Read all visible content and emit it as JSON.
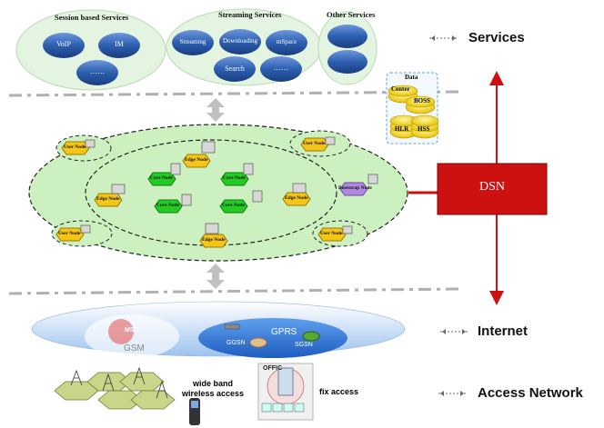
{
  "services_layer": {
    "groups": [
      {
        "title": "Session based Services",
        "items": [
          "VoIP",
          "IM",
          "……"
        ]
      },
      {
        "title": "Streaming Services",
        "items": [
          "Streaming",
          "Downloading",
          "mSpace",
          "Search",
          "……"
        ]
      },
      {
        "title": "Other Services",
        "items": []
      }
    ]
  },
  "layer_labels": {
    "services": "Services",
    "internet": "Internet",
    "access_network": "Access Network"
  },
  "data_stack": {
    "title": "Data",
    "items": [
      "Center",
      "BOSS",
      "HLR",
      "HSS"
    ]
  },
  "dsn": {
    "label": "DSN"
  },
  "overlay": {
    "user_node": "User Node",
    "edge_node": "Edge Node",
    "core_node": "Core Node",
    "bootstrap_node": "Bootstrap Node"
  },
  "internet_layer": {
    "msc": "MSC",
    "gsm": "GSM",
    "gprs": "GPRS",
    "ggsn": "GGSN",
    "sgsn": "SGSN"
  },
  "access": {
    "wide_band_line1": "wide band",
    "wide_band_line2": "wireless access",
    "fix_access": "fix access",
    "office": "OFFIC"
  },
  "colors": {
    "services_bg": "#e3f4e0",
    "overlay_fill": "#ccf0c0",
    "oval_blue": "#2d5fb0",
    "core_green": "#22cc22",
    "user_yellow": "#f5c518",
    "bootstrap_purple": "#b088e0",
    "dsn_red": "#cc1111",
    "gsm_circle": "#e05050",
    "internet_blue": "#3a7fd8"
  }
}
